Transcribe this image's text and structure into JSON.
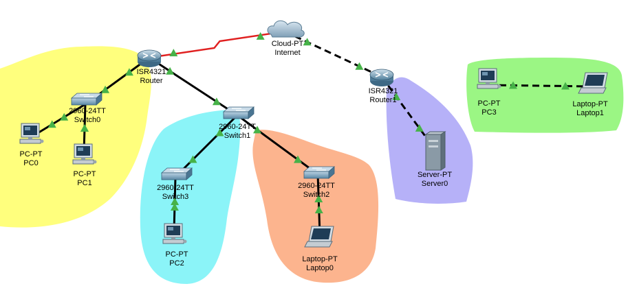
{
  "devices": {
    "router0": {
      "model": "ISR4321",
      "name": "Router",
      "icon": "router-icon"
    },
    "router1": {
      "model": "ISR4321",
      "name": "Router1",
      "icon": "router-icon"
    },
    "cloud": {
      "model": "Cloud-PT",
      "name": "Internet",
      "icon": "cloud-icon"
    },
    "switch0": {
      "model": "2960-24TT",
      "name": "Switch0",
      "icon": "switch-icon"
    },
    "switch1": {
      "model": "2960-24TT",
      "name": "Switch1",
      "icon": "switch-icon"
    },
    "switch2": {
      "model": "2960-24TT",
      "name": "Switch2",
      "icon": "switch-icon"
    },
    "switch3": {
      "model": "2960-24TT",
      "name": "Switch3",
      "icon": "switch-icon"
    },
    "pc0": {
      "model": "PC-PT",
      "name": "PC0",
      "icon": "pc-icon"
    },
    "pc1": {
      "model": "PC-PT",
      "name": "PC1",
      "icon": "pc-icon"
    },
    "pc2": {
      "model": "PC-PT",
      "name": "PC2",
      "icon": "pc-icon"
    },
    "pc3": {
      "model": "PC-PT",
      "name": "PC3",
      "icon": "pc-icon"
    },
    "server0": {
      "model": "Server-PT",
      "name": "Server0",
      "icon": "server-icon"
    },
    "laptop0": {
      "model": "Laptop-PT",
      "name": "Laptop0",
      "icon": "laptop-icon"
    },
    "laptop1": {
      "model": "Laptop-PT",
      "name": "Laptop1",
      "icon": "laptop-icon"
    }
  },
  "links": [
    {
      "from": "router0",
      "to": "cloud",
      "style": "serial",
      "color": "#e02020"
    },
    {
      "from": "cloud",
      "to": "router1",
      "style": "dashed",
      "color": "#000000"
    },
    {
      "from": "router0",
      "to": "switch0",
      "style": "solid",
      "color": "#000000"
    },
    {
      "from": "router0",
      "to": "switch1",
      "style": "solid",
      "color": "#000000"
    },
    {
      "from": "switch0",
      "to": "pc0",
      "style": "solid",
      "color": "#000000"
    },
    {
      "from": "switch0",
      "to": "pc1",
      "style": "solid",
      "color": "#000000"
    },
    {
      "from": "switch1",
      "to": "switch3",
      "style": "solid",
      "color": "#000000"
    },
    {
      "from": "switch1",
      "to": "switch2",
      "style": "solid",
      "color": "#000000"
    },
    {
      "from": "switch3",
      "to": "pc2",
      "style": "solid",
      "color": "#000000"
    },
    {
      "from": "switch2",
      "to": "laptop0",
      "style": "solid",
      "color": "#000000"
    },
    {
      "from": "router1",
      "to": "server0",
      "style": "dashed",
      "color": "#000000"
    },
    {
      "from": "pc3",
      "to": "laptop1",
      "style": "dashed",
      "color": "#000000"
    }
  ],
  "areas": [
    {
      "id": "yellow",
      "color": "#ffff66"
    },
    {
      "id": "cyan",
      "color": "#77f2f7"
    },
    {
      "id": "orange",
      "color": "#fba77a"
    },
    {
      "id": "purple",
      "color": "#a9a3f7"
    },
    {
      "id": "green",
      "color": "#8af56e"
    }
  ],
  "colors": {
    "link_up": "#46b248"
  }
}
